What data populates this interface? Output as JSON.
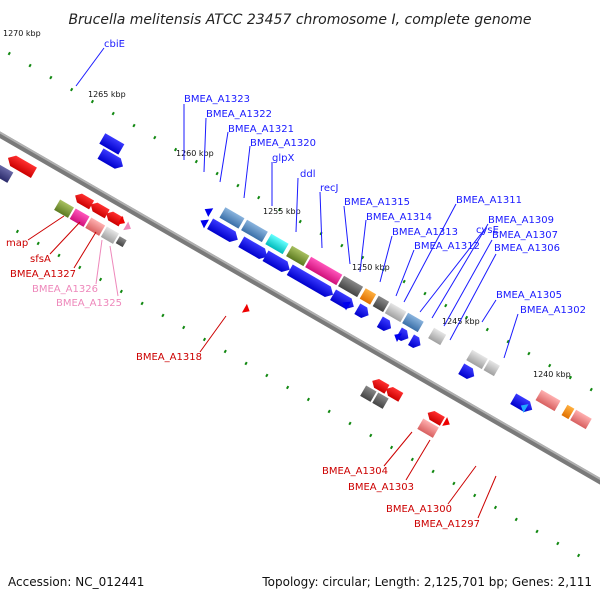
{
  "title": "Brucella melitensis ATCC 23457 chromosome I, complete genome",
  "footer": {
    "accession": "Accession: NC_012441",
    "summary": "Topology: circular; Length: 2,125,701 bp; Genes: 2,111"
  },
  "colors": {
    "forward_strand": "#0000ee",
    "reverse_strand": "#ee0000",
    "backbone": "#7a7a7a",
    "ticks": "#118811"
  },
  "kbp_ticks": [
    "1270 kbp",
    "1265 kbp",
    "1260 kbp",
    "1255 kbp",
    "1250 kbp",
    "1245 kbp",
    "1240 kbp"
  ],
  "labels_top": [
    "cbiE",
    "BMEA_A1323",
    "BMEA_A1322",
    "BMEA_A1321",
    "BMEA_A1320",
    "glpX",
    "ddl",
    "recJ",
    "BMEA_A1315",
    "BMEA_A1314",
    "BMEA_A1313",
    "BMEA_A1312",
    "BMEA_A1311",
    "cysE",
    "BMEA_A1309",
    "BMEA_A1307",
    "BMEA_A1306",
    "BMEA_A1305",
    "BMEA_A1302"
  ],
  "labels_bottom": [
    "map",
    "sfsA",
    "BMEA_A1327",
    "BMEA_A1326",
    "BMEA_A1325",
    "BMEA_A1318",
    "BMEA_A1304",
    "BMEA_A1303",
    "BMEA_A1300",
    "BMEA_A1297"
  ]
}
